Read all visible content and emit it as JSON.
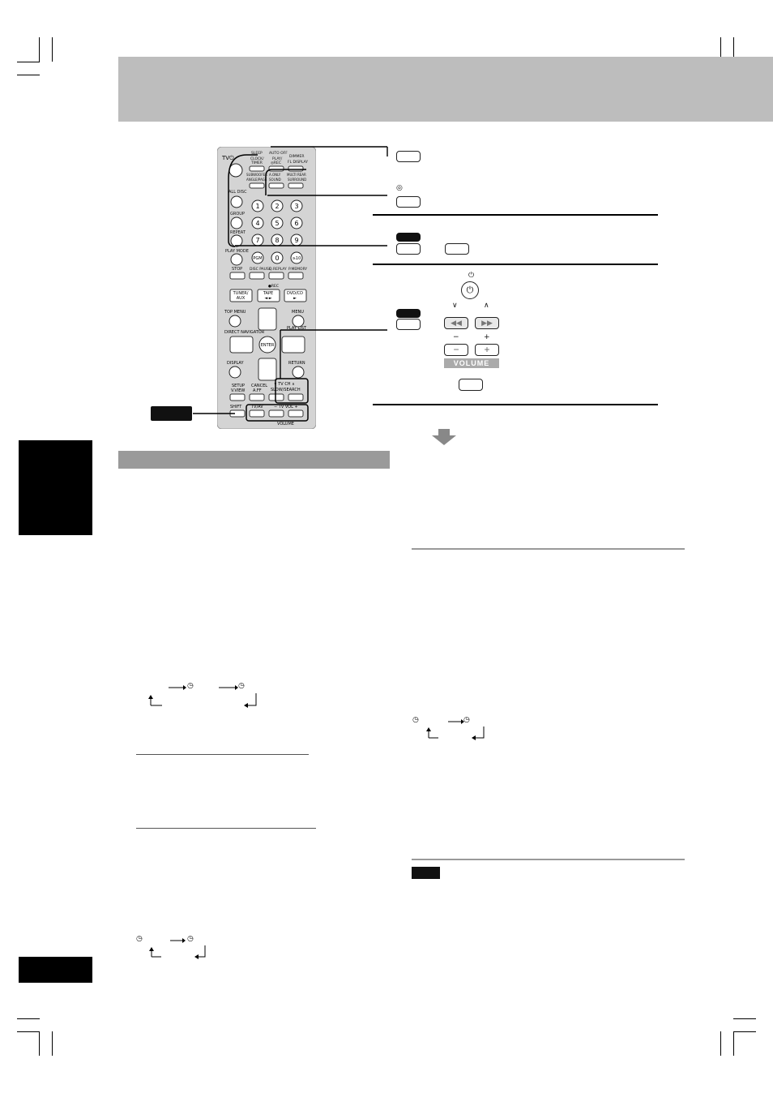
{
  "remote": {
    "tv_label": "TV⏻",
    "buttons_top": [
      "SLEEP CLOCK/ TIMER",
      "AUTO OFF PLAY/ ◎REC",
      "DIMMER FL DISPLAY"
    ],
    "buttons_row2": [
      "SUBWOOFER ANGLE/PAGE",
      "A.ONLY SOUND",
      "MULTI REAR SURROUND"
    ],
    "left_labels": [
      "ALL DISC",
      "GROUP",
      "REPEAT",
      "PLAY MODE",
      "STOP",
      "DISC PAUSE"
    ],
    "numbers": [
      "1",
      "2",
      "3",
      "4",
      "5",
      "6",
      "7",
      "8",
      "9",
      "PGM",
      "0",
      "≥10"
    ],
    "labels_row": [
      "Q.REPLAY",
      "P.MEMORY"
    ],
    "sources": [
      "TUNER/ AUX",
      "TAPE ◄ ►",
      "DVD/CD ►"
    ],
    "rec_label": "●REC",
    "menus": [
      "TOP MENU",
      "MENU",
      "DIRECT NAVIGATOR",
      "PLAY LIST"
    ],
    "enter": "ENTER",
    "display": "DISPLAY",
    "return": "RETURN",
    "setup": "SETUP V.VIEW",
    "cancel": "CANCEL A.FF",
    "tvch": "∨ TV CH ∧ SLOW/SEARCH",
    "shift": "SHIFT",
    "tvav": "TV/AV",
    "tvvol": "− TV VOL +",
    "volume": "VOLUME"
  },
  "diagram": {
    "power_symbol": "⏻",
    "ch_down": "∨",
    "ch_up": "∧",
    "vol_minus": "−",
    "vol_plus": "+",
    "volume_label": "VOLUME",
    "timer_symbol": "◎"
  },
  "flows": {
    "clock_symbol": "◷"
  }
}
